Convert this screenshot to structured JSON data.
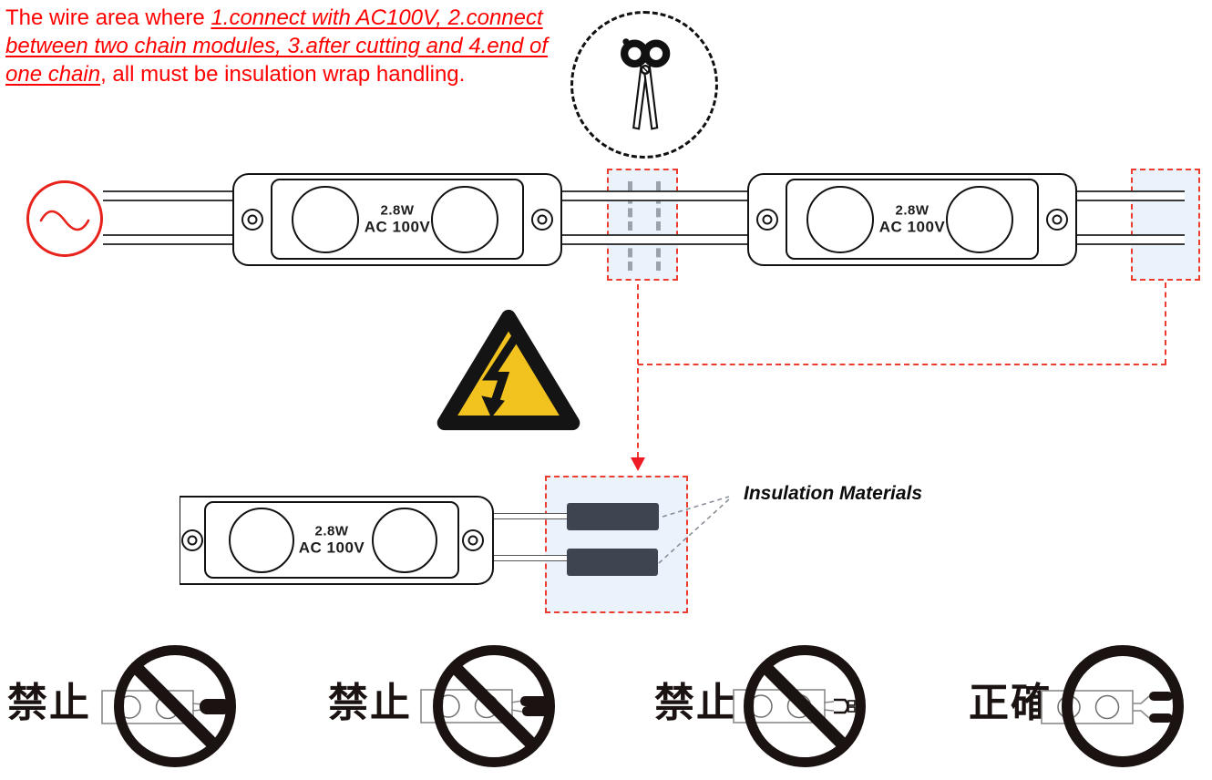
{
  "note": {
    "prefix": "The wire area where ",
    "emphasis": "1.connect with AC100V, 2.connect between two chain modules, 3.after cutting and 4.end of one chain",
    "suffix": ", all must be insulation wrap handling."
  },
  "module": {
    "power": "2.8W",
    "voltage": "AC 100V"
  },
  "insulation_label": "Insulation Materials",
  "bottom_row": {
    "items": [
      {
        "label": "禁止"
      },
      {
        "label": "禁止"
      },
      {
        "label": "禁止"
      },
      {
        "label": "正確"
      }
    ]
  },
  "icons": {
    "cut": "scissors-icon",
    "hazard": "high-voltage-warning-icon",
    "power": "ac-power-source-icon",
    "prohibited": "no-sign-icon",
    "correct": "circle-sign-icon"
  },
  "colors": {
    "note_red": "#FF0000",
    "dashed_red": "#EE3B30",
    "highlight_blue": "#EAF2FB",
    "warning_yellow": "#F2C31E",
    "insulation_dark": "#3E4550"
  }
}
